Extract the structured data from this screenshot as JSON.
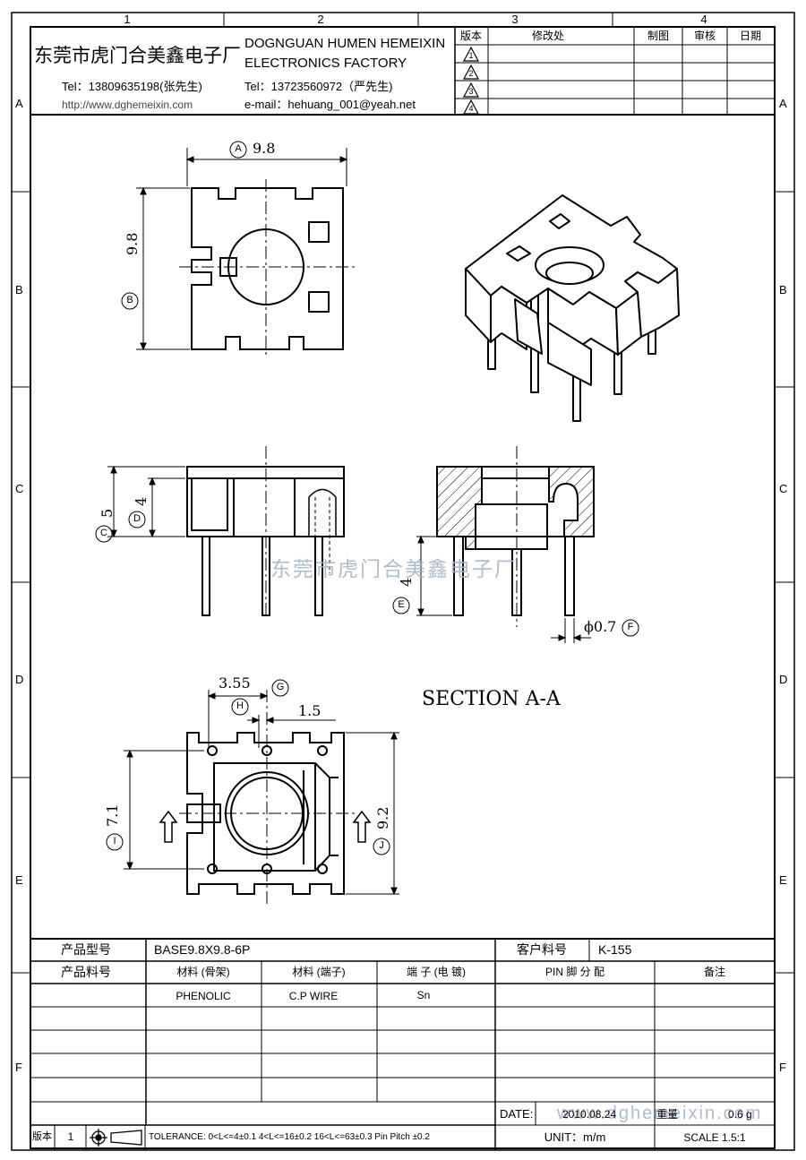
{
  "border": {
    "columns": [
      "1",
      "2",
      "3",
      "4"
    ],
    "rows": [
      "A",
      "B",
      "C",
      "D",
      "E",
      "F"
    ]
  },
  "header": {
    "company_cn": "东莞市虎门合美鑫电子厂",
    "company_en_line1": "DOGNGUAN HUMEN HEMEIXIN",
    "company_en_line2": "ELECTRONICS FACTORY",
    "tel1": "Tel：13809635198(张先生)",
    "tel2": "Tel：13723560972（严先生)",
    "website": "http://www.dghemeixin.com",
    "email": "e-mail：hehuang_001@yeah.net",
    "revision_table": {
      "headers": [
        "版本",
        "修改处",
        "制图",
        "审核",
        "日期"
      ],
      "rev_marks": [
        "1",
        "2",
        "3",
        "4"
      ]
    }
  },
  "drawing": {
    "dim_A": "9.8",
    "dim_A_label": "A",
    "dim_B": "9.8",
    "dim_B_label": "B",
    "dim_C": "5",
    "dim_C_label": "C",
    "dim_D": "4",
    "dim_D_label": "D",
    "dim_E": "4",
    "dim_E_label": "E",
    "dim_F": "ϕ0.7",
    "dim_F_label": "F",
    "dim_G": "3.55",
    "dim_G_label": "G",
    "dim_H": "1.5",
    "dim_H_label": "H",
    "dim_I": "7.1",
    "dim_I_label": "I",
    "dim_J": "9.2",
    "dim_J_label": "J",
    "section_label": "SECTION A-A",
    "watermark_cn": "东莞市虎门合美鑫电子厂",
    "watermark_url": "www.dghemeixin.com"
  },
  "info_table": {
    "product_model_label": "产品型号",
    "product_model_value": "BASE9.8X9.8-6P",
    "customer_no_label": "客户料号",
    "customer_no_value": "K-155",
    "product_no_label": "产品料号",
    "material_bobbin_label": "材料 (骨架)",
    "material_terminal_label": "材料 (端子)",
    "terminal_plating_label": "端 子 (电 镀)",
    "pin_assign_label": "PIN 脚 分 配",
    "remark_label": "备注",
    "material_bobbin_value": "PHENOLIC",
    "material_terminal_value": "C.P WIRE",
    "terminal_plating_value": "Sn",
    "date_label": "DATE:",
    "date_value": "2010.08.24",
    "weight_label": "重量",
    "weight_value": "0.6 g",
    "version_label": "版本",
    "version_value": "1",
    "tolerance": "TOLERANCE:  0<L<=4±0.1  4<L<=16±0.2  16<L<=63±0.3  Pin Pitch  ±0.2",
    "unit": "UNIT：m/m",
    "scale": "SCALE  1.5:1"
  }
}
